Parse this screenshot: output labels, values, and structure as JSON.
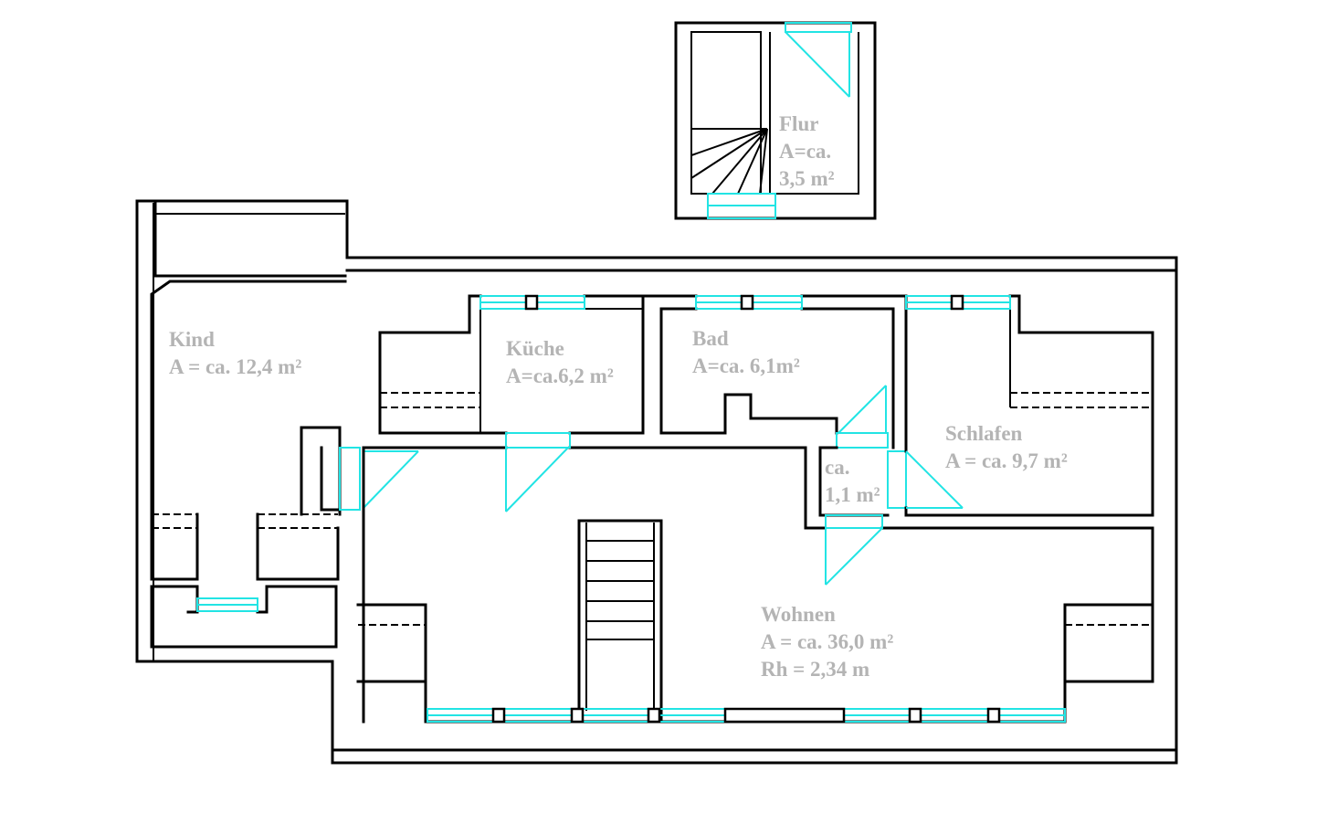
{
  "rooms": {
    "flur": {
      "name": "Flur",
      "line2": "A=ca.",
      "line3": "3,5 m²"
    },
    "kind": {
      "name": "Kind",
      "line2": "A = ca. 12,4 m²"
    },
    "kueche": {
      "name": "Küche",
      "line2": "A=ca.6,2 m²"
    },
    "bad": {
      "name": "Bad",
      "line2": "A=ca. 6,1m²"
    },
    "schlafen": {
      "name": "Schlafen",
      "line2": "A = ca. 9,7 m²"
    },
    "abstell": {
      "line1": "ca.",
      "line2": "1,1 m²"
    },
    "wohnen": {
      "name": "Wohnen",
      "line2": "A = ca. 36,0 m²",
      "line3": "Rh = 2,34 m"
    }
  },
  "colors": {
    "walls": "#000000",
    "windows_doors": "#22e4e4",
    "labels": "#b4b4b4"
  }
}
